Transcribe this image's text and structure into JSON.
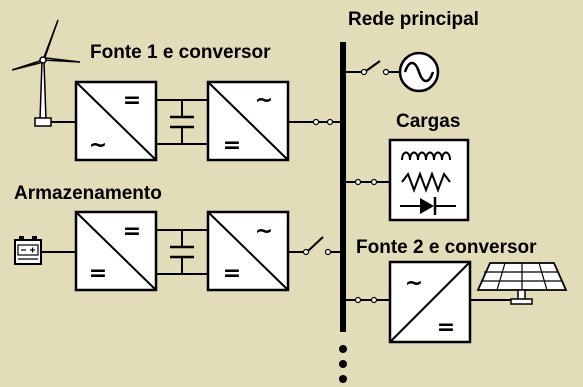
{
  "title": "",
  "labels": {
    "source1": "Fonte 1 e conversor",
    "storage": "Armazenamento",
    "main_grid": "Rede principal",
    "loads": "Cargas",
    "source2": "Fonte 2 e conversor"
  },
  "symbols": {
    "ac": "~",
    "dc": "="
  },
  "colors": {
    "background": "#e3dcb8",
    "stroke": "#000000",
    "box_fill": "#ffffff"
  },
  "icons": [
    "wind-turbine-icon",
    "battery-icon",
    "ac-source-icon",
    "load-icon",
    "solar-panel-icon",
    "switch-icon",
    "capacitor-icon",
    "diode-icon",
    "inductor-icon",
    "resistor-icon"
  ]
}
